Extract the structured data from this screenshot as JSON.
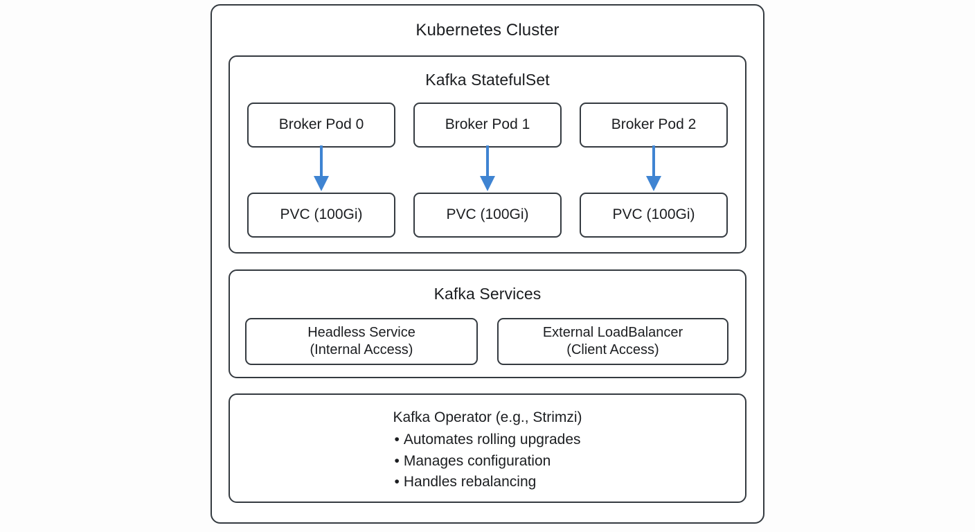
{
  "diagram": {
    "title": "Kubernetes Cluster",
    "colors": {
      "border": "#343a40",
      "arrow": "#3f84d2",
      "background": "#fdfdfd",
      "box_fill": "#ffffff",
      "text": "#1b1d20"
    },
    "groups": {
      "statefulset": {
        "title": "Kafka StatefulSet",
        "columns": [
          {
            "pod": "Broker Pod 0",
            "pvc": "PVC (100Gi)"
          },
          {
            "pod": "Broker Pod 1",
            "pvc": "PVC (100Gi)"
          },
          {
            "pod": "Broker Pod 2",
            "pvc": "PVC (100Gi)"
          }
        ]
      },
      "services": {
        "title": "Kafka Services",
        "items": [
          {
            "line1": "Headless Service",
            "line2": "(Internal Access)"
          },
          {
            "line1": "External LoadBalancer",
            "line2": "(Client Access)"
          }
        ]
      },
      "operator": {
        "heading": "Kafka Operator (e.g., Strimzi)",
        "bullet": "•",
        "bullets": [
          "Automates rolling upgrades",
          "Manages configuration",
          "Handles rebalancing"
        ]
      }
    }
  }
}
